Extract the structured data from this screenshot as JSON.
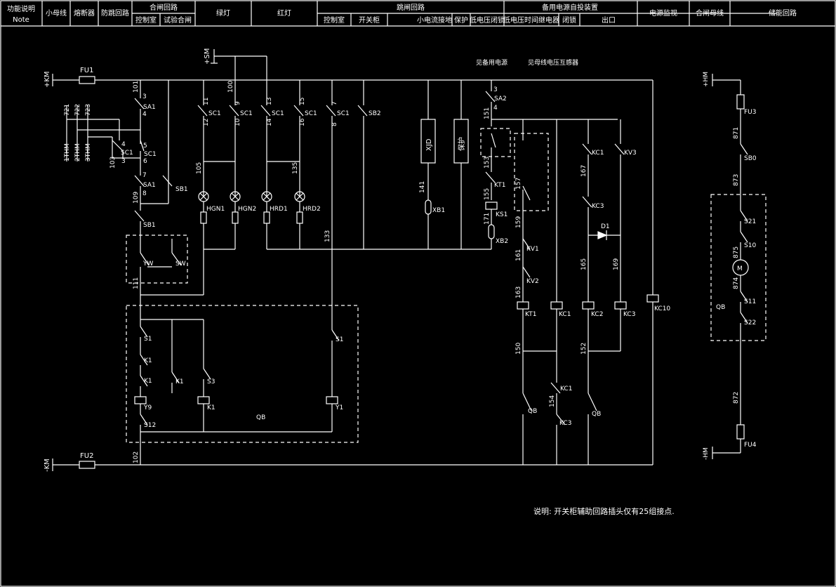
{
  "header": {
    "func_desc": "功能说明",
    "note": "Note",
    "small_bus": "小母线",
    "fuse": "熔断器",
    "anti_jump": "防跳回路",
    "close_circuit": "合闸回路",
    "close_control_room": "控制室",
    "close_test": "试验合闸",
    "green_lamp": "绿灯",
    "red_lamp": "红灯",
    "trip_circuit": "跳闸回路",
    "trip_control_room": "控制室",
    "trip_switchgear": "开关柜",
    "trip_small_current": "小电流接地",
    "trip_protect": "保护",
    "trip_low_voltage": "低电压闭锁",
    "backup_auto": "备用电源自投装置",
    "backup_lv_relay": "低电压时间继电器",
    "backup_lock": "闭锁",
    "backup_exit": "出口",
    "power_monitor": "电源监视",
    "close_bus": "合闸母线",
    "energy_storage": "储能回路"
  },
  "diagram": {
    "plus_km": "+KM",
    "minus_km": "-KM",
    "plus_hm": "+HM",
    "minus_hm": "-HM",
    "plus_sm": "+SM",
    "fu1": "FU1",
    "fu2": "FU2",
    "fu3": "FU3",
    "fu4": "FU4",
    "see_backup_power": "见备用电源",
    "see_bus_voltage": "见母线电压互感器",
    "xjd": "XJD",
    "baohu": "保护",
    "qb": "QB",
    "note": "说明: 开关柜辅助回路插头仅有25组接点.",
    "labels": {
      "w101": "101",
      "w3a": "3",
      "w4a": "4",
      "sa1a": "SA1",
      "w721": "721",
      "w722": "722",
      "w723": "723",
      "thm1": "1THM",
      "thm2": "2THM",
      "thm3": "3THM",
      "w5": "5",
      "w6": "6",
      "sc1a": "SC1",
      "sc1b": "SC1",
      "w4b": "4",
      "w3b": "3",
      "w103": "103",
      "w7a": "7",
      "w8a": "8",
      "sa1b": "SA1",
      "sb1a": "SB1",
      "w109": "109",
      "sb1b": "SB1",
      "yw": "YW",
      "sw": "SW",
      "w111": "111",
      "w11": "11",
      "w12": "12",
      "w100": "100",
      "w9": "9",
      "w10": "10",
      "w13": "13",
      "w14": "14",
      "w15": "15",
      "w16": "16",
      "w7b": "7",
      "w8b": "8",
      "sc1c": "SC1",
      "sc1d": "SC1",
      "sc1e": "SC1",
      "sc1f": "SC1",
      "sc1g": "SC1",
      "sb2": "SB2",
      "w105": "105",
      "w135": "135",
      "w133": "133",
      "hgn1": "HGN1",
      "hgn2": "HGN2",
      "hrd1": "HRD1",
      "hrd2": "HRD2",
      "w141": "141",
      "xb1": "XB1",
      "w3c": "3",
      "w4c": "4",
      "sa2": "SA2",
      "w151": "151",
      "w153": "153",
      "kt1s": "KT1",
      "w155": "155",
      "ks1": "KS1",
      "w171": "171",
      "xb2": "XB2",
      "w157": "157",
      "w159": "159",
      "kv1": "KV1",
      "w161": "161",
      "kv2": "KV2",
      "w163": "163",
      "kt1": "KT1",
      "kc1s": "KC1",
      "kc1": "KC1",
      "kc2": "KC2",
      "kc3": "KC3",
      "kc10": "KC10",
      "kc1top": "KC1",
      "w167": "167",
      "kc3mid": "KC3",
      "d1": "D1",
      "w165": "165",
      "w169": "169",
      "kv3": "KV3",
      "w150": "150",
      "w152": "152",
      "w154": "154",
      "qb1": "QB",
      "qb2": "QB",
      "kc3bot": "KC3",
      "s1a": "S1",
      "k1a": "K1",
      "k1b": "K1",
      "k1c": "K1",
      "s3": "S3",
      "y9": "Y9",
      "k1coil": "K1",
      "s12": "S12",
      "s1b": "S1",
      "y1": "Y1",
      "w102": "102",
      "w871": "871",
      "sb0": "SB0",
      "w873": "873",
      "s21": "S21",
      "s10": "S10",
      "w875": "875",
      "m": "M",
      "w874": "874",
      "s11": "S11",
      "s22": "S22",
      "w872": "872"
    }
  }
}
